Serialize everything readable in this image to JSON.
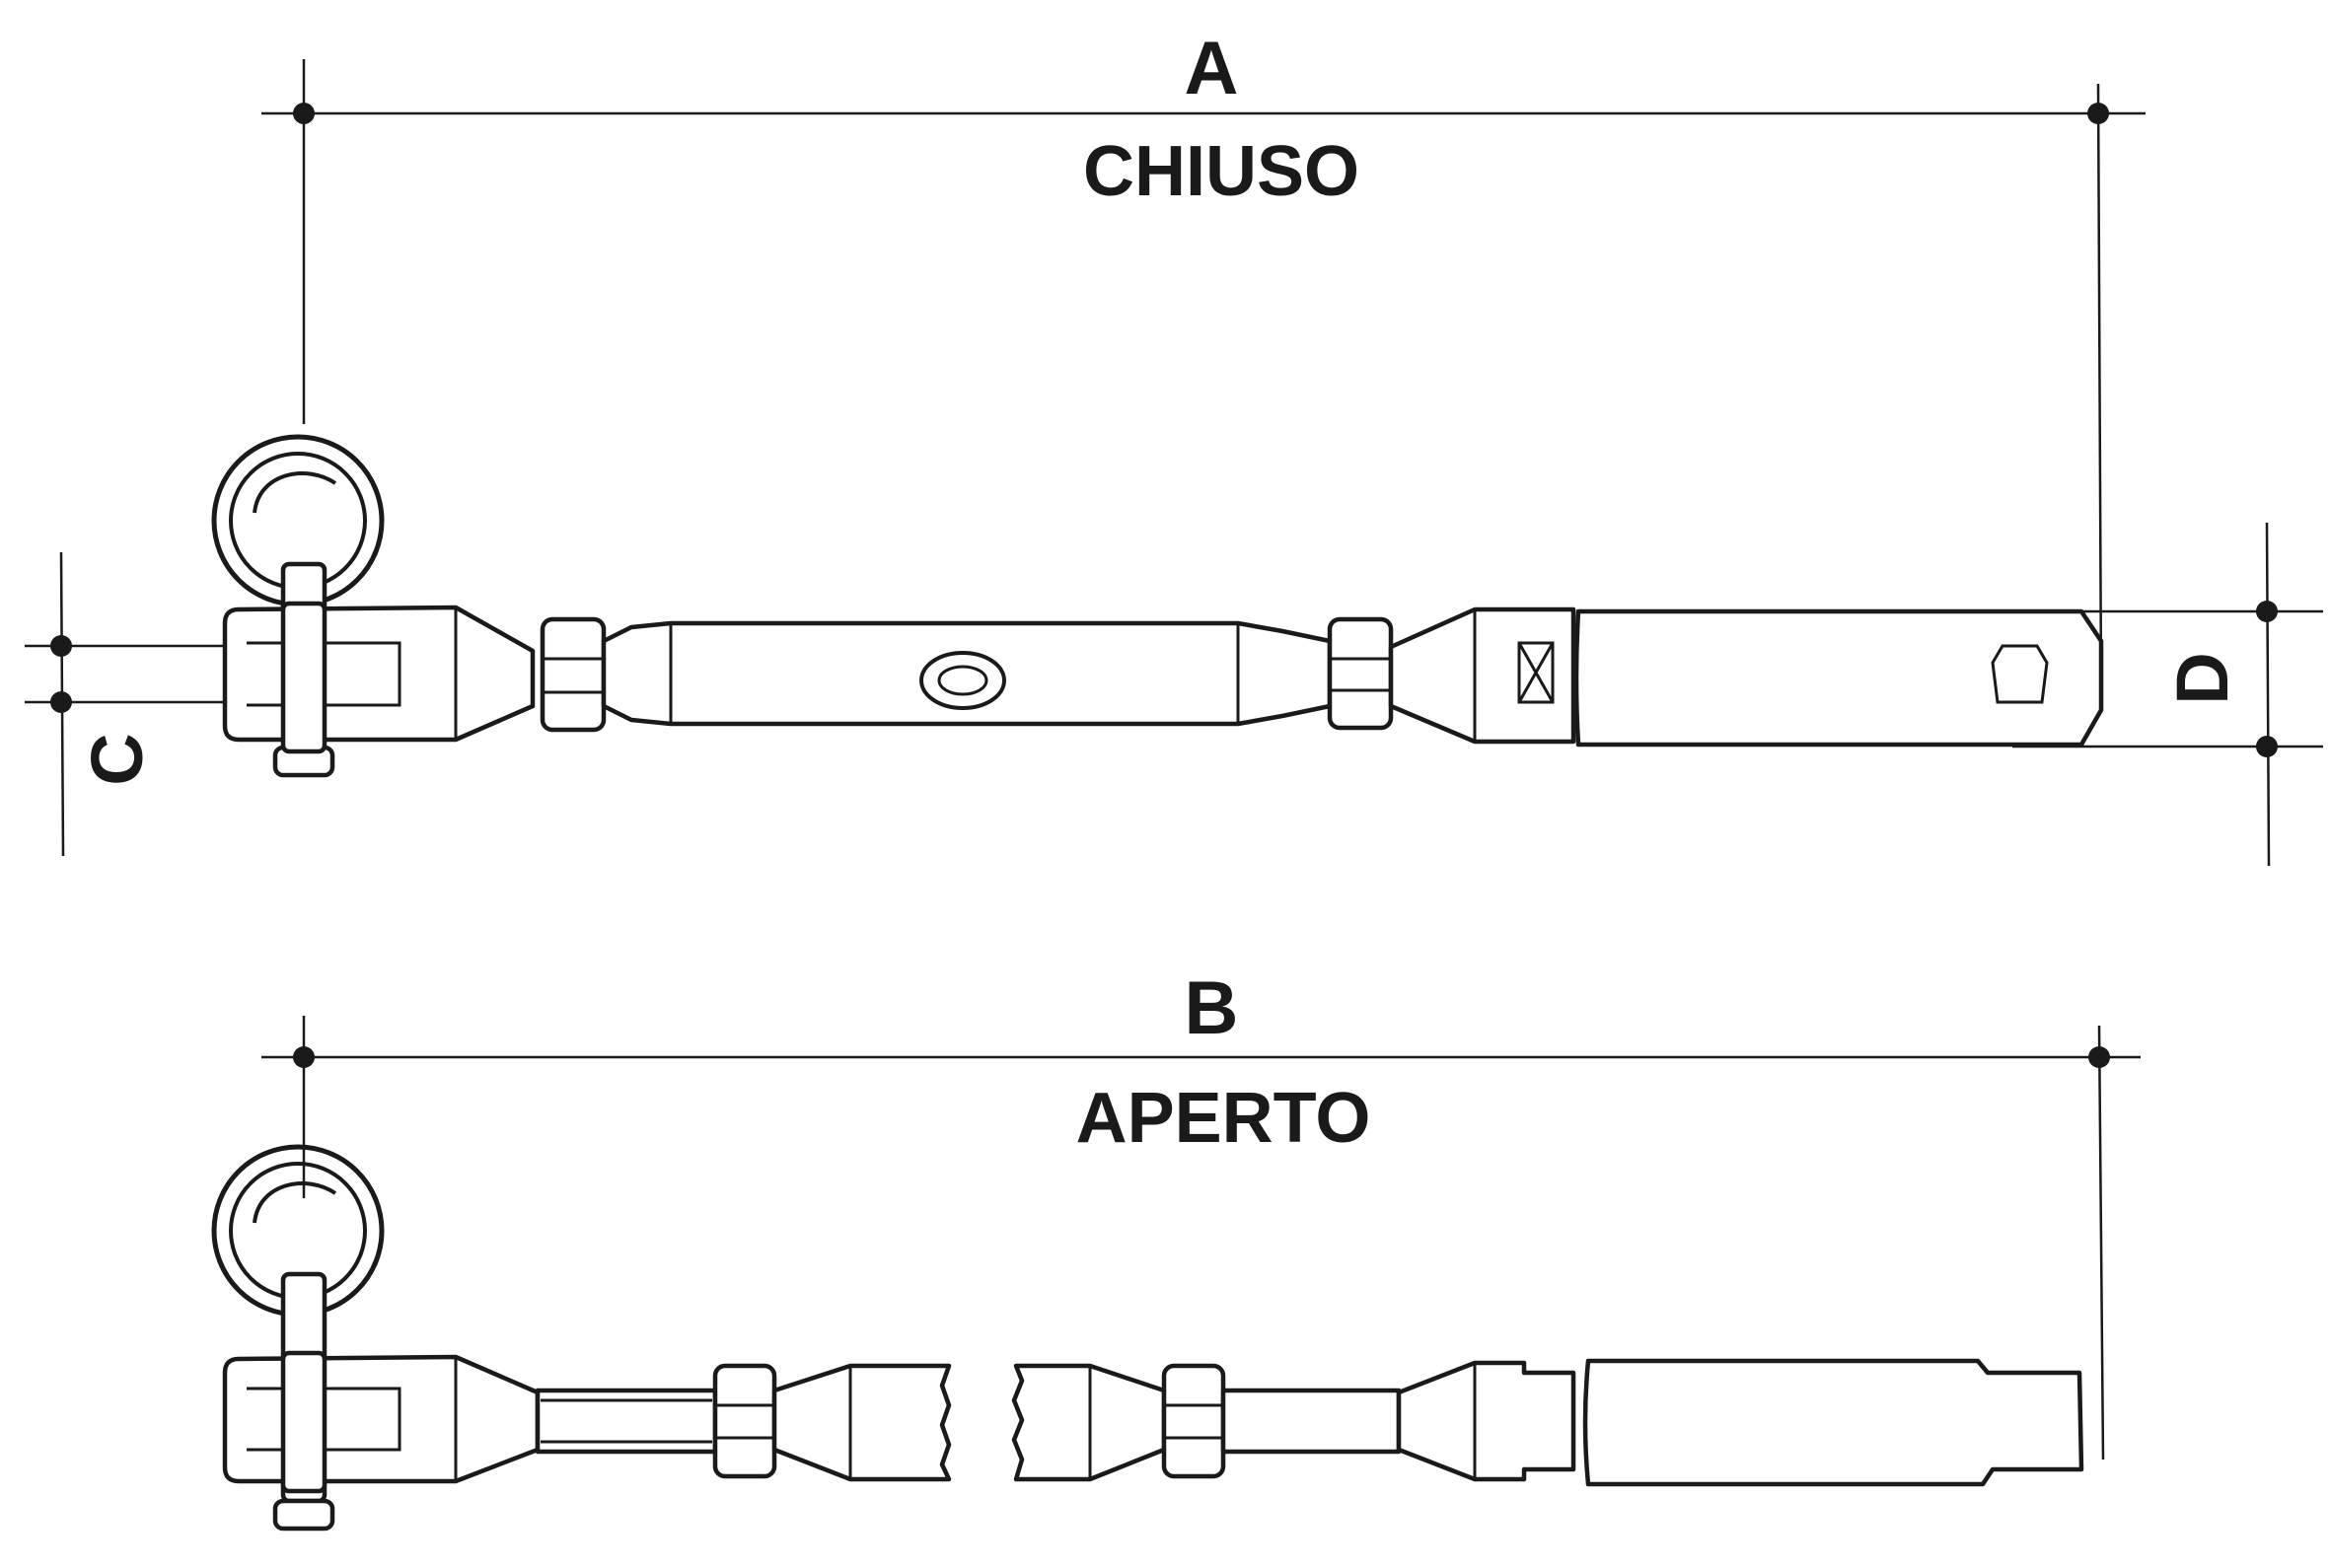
{
  "labels": {
    "a": "A",
    "chiuso": "CHIUSO",
    "b": "B",
    "aperto": "APERTO",
    "c": "C",
    "d": "D"
  },
  "colors": {
    "ink": "#1a1a1a",
    "paper": "#ffffff"
  }
}
